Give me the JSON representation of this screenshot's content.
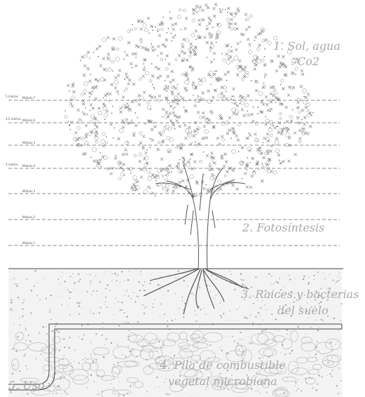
{
  "labels": {
    "sun_water": "1. Sol, agua",
    "co2": "Co2",
    "photosynthesis": "2. Fotosíntesis",
    "roots_line1": "3. Raices y bacterias",
    "roots_line2": "del suelo",
    "fuel_line1": "4. Pila de combustible",
    "fuel_line2": "vegetal microbiana",
    "use": "5. Uso"
  },
  "levels": [
    {
      "name": "Módulo 7",
      "height": "5 metros"
    },
    {
      "name": "Módulo 6",
      "height": "4,5 metros"
    },
    {
      "name": "Módulo 5",
      "height": ""
    },
    {
      "name": "Módulo 4",
      "height": "3 metros"
    },
    {
      "name": "Módulo 3",
      "height": ""
    },
    {
      "name": "Módulo 2",
      "height": ""
    },
    {
      "name": "Módulo 1",
      "height": ""
    }
  ],
  "colors": {
    "line": "#555555",
    "label": "#aaaaaa",
    "soil": "#eeeeee",
    "dots": "#999999"
  }
}
